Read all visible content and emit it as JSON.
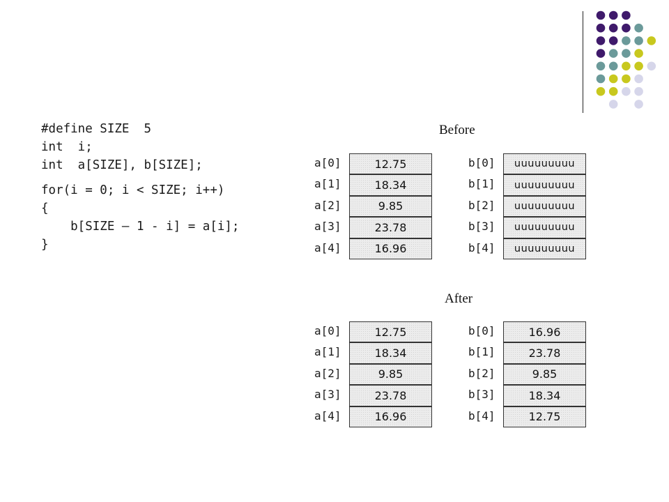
{
  "code": {
    "lines_top": [
      "#define SIZE  5",
      "int  i;",
      "int  a[SIZE], b[SIZE];"
    ],
    "lines_bottom": [
      "for(i = 0; i < SIZE; i++)",
      "{",
      "    b[SIZE – 1 - i] = a[i];",
      "}"
    ]
  },
  "before": {
    "heading": "Before",
    "a": [
      {
        "label": "a[0]",
        "value": "12.75"
      },
      {
        "label": "a[1]",
        "value": "18.34"
      },
      {
        "label": "a[2]",
        "value": "9.85"
      },
      {
        "label": "a[3]",
        "value": "23.78"
      },
      {
        "label": "a[4]",
        "value": "16.96"
      }
    ],
    "b": [
      {
        "label": "b[0]",
        "value": "uuuuuuuuu"
      },
      {
        "label": "b[1]",
        "value": "uuuuuuuuu"
      },
      {
        "label": "b[2]",
        "value": "uuuuuuuuu"
      },
      {
        "label": "b[3]",
        "value": "uuuuuuuuu"
      },
      {
        "label": "b[4]",
        "value": "uuuuuuuuu"
      }
    ]
  },
  "after": {
    "heading": "After",
    "a": [
      {
        "label": "a[0]",
        "value": "12.75"
      },
      {
        "label": "a[1]",
        "value": "18.34"
      },
      {
        "label": "a[2]",
        "value": "9.85"
      },
      {
        "label": "a[3]",
        "value": "23.78"
      },
      {
        "label": "a[4]",
        "value": "16.96"
      }
    ],
    "b": [
      {
        "label": "b[0]",
        "value": "16.96"
      },
      {
        "label": "b[1]",
        "value": "23.78"
      },
      {
        "label": "b[2]",
        "value": "9.85"
      },
      {
        "label": "b[3]",
        "value": "18.34"
      },
      {
        "label": "b[4]",
        "value": "12.75"
      }
    ]
  },
  "decoration": {
    "colors": {
      "purple": "#3f1a6b",
      "teal": "#6b9a9a",
      "olive": "#c8c81e",
      "lavender": "#d6d6ea"
    },
    "dot_grid": [
      [
        "purple",
        "purple",
        "purple",
        "",
        ""
      ],
      [
        "purple",
        "purple",
        "purple",
        "teal",
        ""
      ],
      [
        "purple",
        "purple",
        "teal",
        "teal",
        "olive"
      ],
      [
        "purple",
        "teal",
        "teal",
        "olive",
        ""
      ],
      [
        "teal",
        "teal",
        "olive",
        "olive",
        "lavender"
      ],
      [
        "teal",
        "olive",
        "olive",
        "lavender",
        ""
      ],
      [
        "olive",
        "olive",
        "lavender",
        "lavender",
        ""
      ],
      [
        "",
        "lavender",
        "",
        "lavender",
        ""
      ]
    ]
  }
}
